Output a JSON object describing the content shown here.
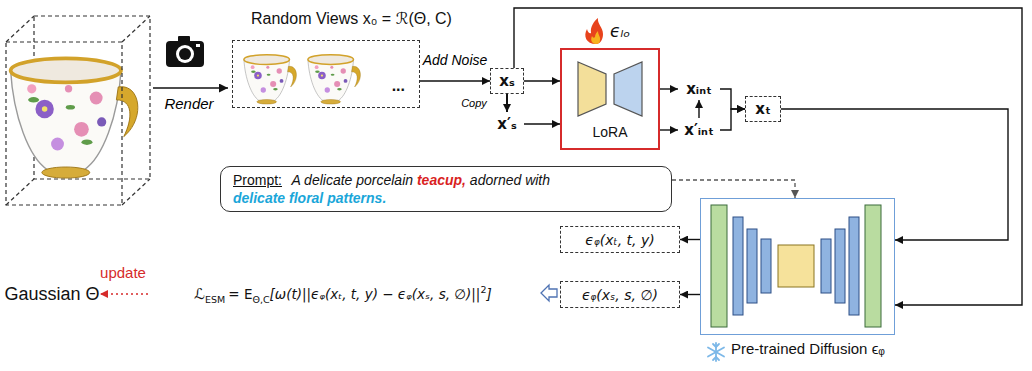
{
  "diagram": {
    "nodes": [
      {
        "text": [
          "Random Views x₀ = ℛ(Θ, C)",
          "..."
        ]
      },
      {
        "text": [
          "xₛ"
        ]
      },
      {
        "text": [
          "x′ₛ"
        ]
      },
      {
        "text": [
          "ϵₗₒ",
          "LoRA"
        ]
      },
      {
        "text": [
          "xᵢₙₜ"
        ]
      },
      {
        "text": [
          "x′ᵢₙₜ"
        ]
      },
      {
        "text": [
          "xₜ"
        ]
      },
      {
        "text": [
          "Prompt:",
          "A delicate porcelain",
          "teacup,",
          "adorned with",
          "delicate floral patterns."
        ]
      },
      {
        "text": [
          "Pre-trained Diffusion ϵᵩ"
        ]
      },
      {
        "text": [
          "ϵᵩ(xₜ, t, y)"
        ]
      },
      {
        "text": [
          "ϵᵩ(xₛ, s, ∅)"
        ]
      },
      {
        "text": [
          "Gaussian Θ"
        ]
      },
      {
        "text": [
          "ℒ",
          "ESM",
          "= E",
          "Θ,C",
          "[ω(t)||ϵᵩ(xₜ, t, y) − ϵᵩ(xₛ, s, ∅)||",
          "2",
          "]"
        ]
      }
    ],
    "edges": [
      {
        "from": 0,
        "to": 1,
        "arrow": "to",
        "label": "Add Noise"
      },
      {
        "from": 1,
        "to": 2,
        "arrow": "to",
        "label": "Copy"
      },
      {
        "from": 1,
        "to": 3,
        "arrow": "to"
      },
      {
        "from": 2,
        "to": 3,
        "arrow": "to"
      },
      {
        "from": 3,
        "to": 4,
        "arrow": "to"
      },
      {
        "from": 3,
        "to": 5,
        "arrow": "to"
      },
      {
        "from": 5,
        "to": 4,
        "arrow": "to"
      },
      {
        "from": 4,
        "to": 6,
        "arrow": "to"
      },
      {
        "from": 5,
        "to": 6,
        "arrow": "to"
      },
      {
        "from": 7,
        "to": 8,
        "arrow": "to"
      },
      {
        "from": 6,
        "to": 8,
        "arrow": "to"
      },
      {
        "from": 1,
        "to": 8,
        "arrow": "to"
      },
      {
        "from": 8,
        "to": 9,
        "arrow": "to"
      },
      {
        "from": 8,
        "to": 10,
        "arrow": "to"
      },
      {
        "from": 12,
        "to": 11,
        "arrow": "to",
        "label": "update"
      }
    ],
    "labels": [
      "Render"
    ]
  }
}
